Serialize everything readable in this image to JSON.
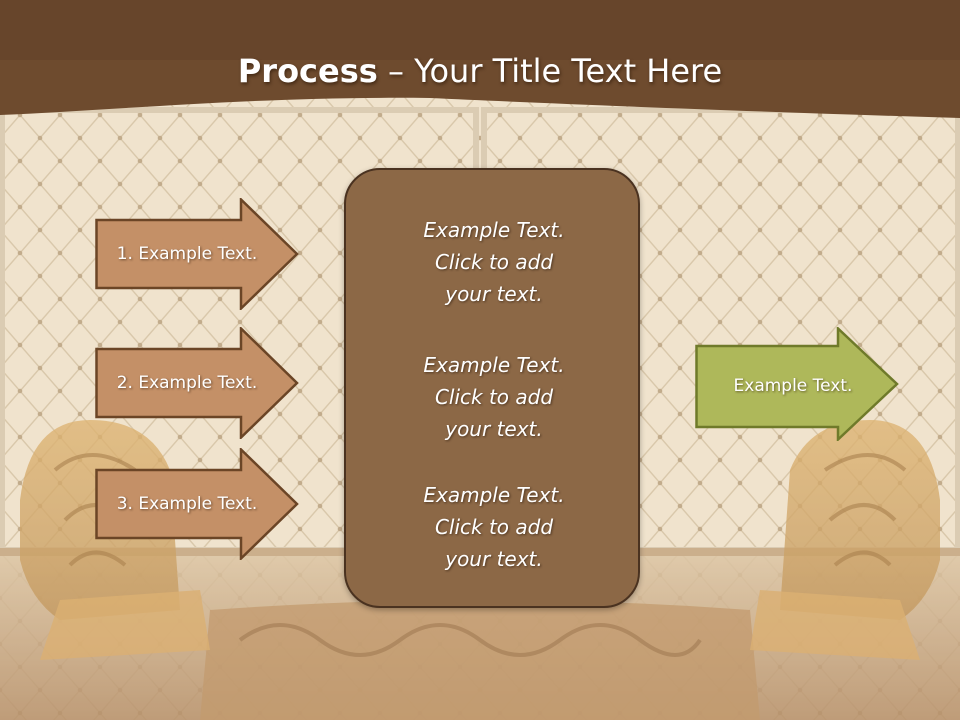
{
  "slide": {
    "title_bold": "Process",
    "title_rest": " – Your Title Text Here",
    "left_steps": [
      {
        "label": "1. Example Text."
      },
      {
        "label": "2. Example Text."
      },
      {
        "label": "3. Example Text."
      }
    ],
    "center_items": [
      {
        "line1": "Example Text.",
        "line2": "Click  to add",
        "line3": "your text."
      },
      {
        "line1": "Example Text.",
        "line2": "Click  to add",
        "line3": "your text."
      },
      {
        "line1": "Example Text.",
        "line2": "Click  to add",
        "line3": "your text."
      }
    ],
    "result": {
      "label": "Example Text."
    }
  },
  "colors": {
    "header_band": "#6e4b2e",
    "arrow_fill": "#c49067",
    "arrow_stroke": "#6b4526",
    "center_fill": "#8c6846",
    "result_fill": "#aeb85a",
    "result_stroke": "#6f7a2a",
    "wall": "#eee0c8"
  }
}
